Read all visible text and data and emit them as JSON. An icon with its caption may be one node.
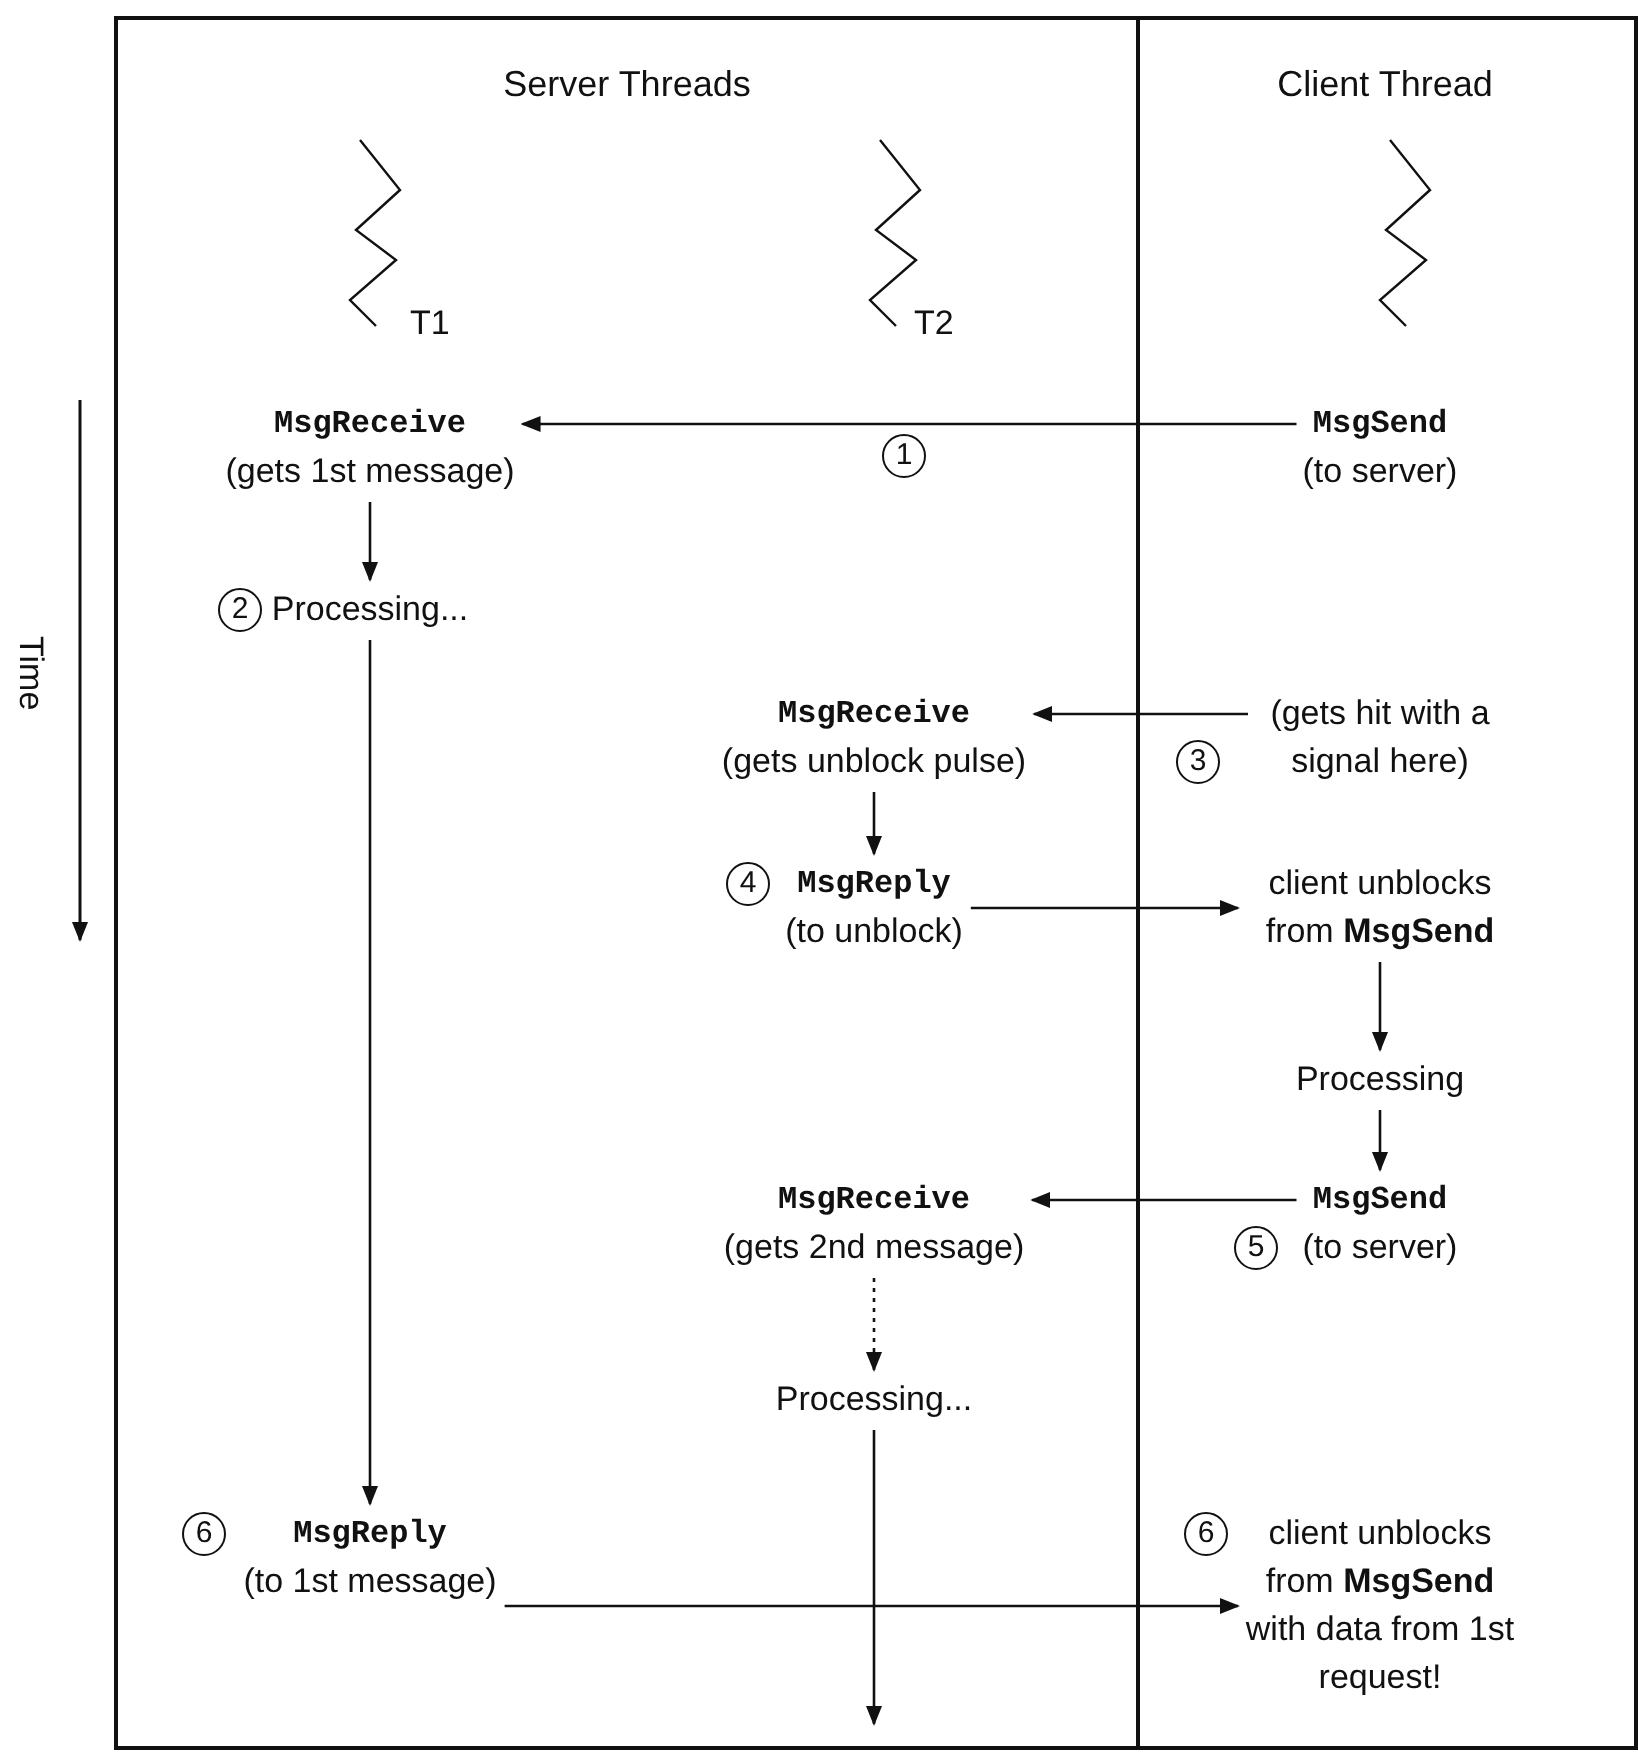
{
  "diagram": {
    "nodes": [
      {
        "text": [
          "Server Threads"
        ]
      },
      {
        "text": [
          "Client Thread"
        ]
      },
      {
        "text": [
          "MsgReceive",
          "(gets 1st message)"
        ],
        "in": 0
      },
      {
        "text": [
          "Processing..."
        ],
        "in": 0
      },
      {
        "text": [
          "MsgSend",
          "(to server)"
        ],
        "in": 1
      },
      {
        "text": [
          "MsgReceive",
          "(gets unblock pulse)"
        ],
        "in": 0
      },
      {
        "text": [
          "(gets hit with a signal here)"
        ],
        "in": 1
      },
      {
        "text": [
          "MsgReply",
          "(to unblock)"
        ],
        "in": 0
      },
      {
        "text": [
          "client unblocks from **MsgSend**"
        ],
        "in": 1
      },
      {
        "text": [
          "Processing"
        ],
        "in": 1
      },
      {
        "text": [
          "MsgSend",
          "(to server)"
        ],
        "in": 1
      },
      {
        "text": [
          "MsgReceive",
          "(gets 2nd message)"
        ],
        "in": 0
      },
      {
        "text": [
          "Processing..."
        ],
        "in": 0
      },
      {
        "text": [
          "MsgReply",
          "(to 1st message)"
        ],
        "in": 0
      },
      {
        "text": [
          "client unblocks from **MsgSend** with data from 1st request!"
        ],
        "in": 1
      },
      {
        "text": [
          "1"
        ],
        "in": 0
      },
      {
        "text": [
          "2"
        ],
        "in": 0
      },
      {
        "text": [
          "3"
        ],
        "in": 1
      },
      {
        "text": [
          "4"
        ],
        "in": 0
      },
      {
        "text": [
          "5"
        ],
        "in": 1
      },
      {
        "text": [
          "6"
        ],
        "in": 0
      },
      {
        "text": [
          "6"
        ],
        "in": 1
      }
    ],
    "edges": [
      {
        "from": 4,
        "to": 2,
        "arrow": "to"
      },
      {
        "from": 2,
        "to": 3,
        "arrow": "to"
      },
      {
        "from": 3,
        "to": 13,
        "arrow": "to"
      },
      {
        "from": 6,
        "to": 5,
        "arrow": "to"
      },
      {
        "from": 5,
        "to": 7,
        "arrow": "to"
      },
      {
        "from": 7,
        "to": 8,
        "arrow": "to"
      },
      {
        "from": 8,
        "to": 9,
        "arrow": "to"
      },
      {
        "from": 9,
        "to": 10,
        "arrow": "to"
      },
      {
        "from": 10,
        "to": 11,
        "arrow": "to"
      },
      {
        "from": 11,
        "to": 12,
        "arrow": "to",
        "style": "dashed"
      },
      {
        "from": 12,
        "to": null,
        "arrow": "to"
      },
      {
        "from": 13,
        "to": 14,
        "arrow": "to"
      }
    ],
    "labels": [
      "T1",
      "T2",
      "Time"
    ]
  }
}
